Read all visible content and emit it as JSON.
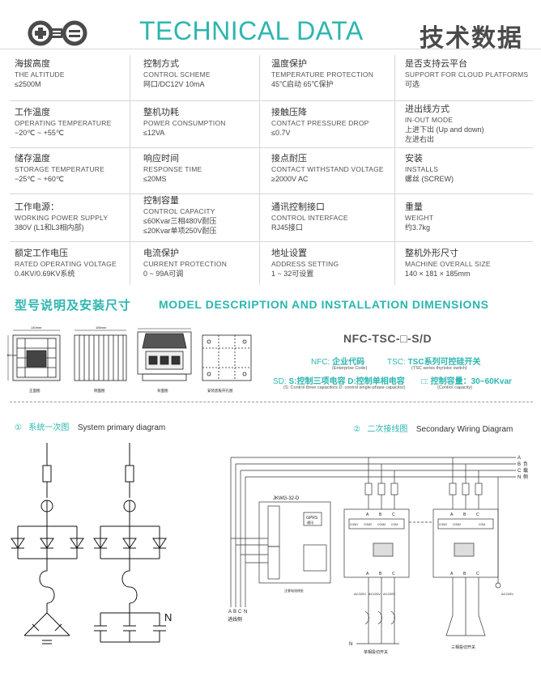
{
  "header": {
    "title_en": "TECHNICAL DATA",
    "title_cn": "技术数据"
  },
  "specs": [
    [
      {
        "cn": "海拔高度",
        "en": "THE ALTITUDE",
        "values": [
          "≤2500M"
        ]
      },
      {
        "cn": "控制方式",
        "en": "CONTROL SCHEME",
        "values": [
          "网口/DC12V 10mA"
        ]
      },
      {
        "cn": "温度保护",
        "en": "TEMPERATURE PROTECTION",
        "values": [
          "45℃启动 65℃保护"
        ]
      },
      {
        "cn": "是否支持云平台",
        "en": "SUPPORT FOR CLOUD PLATFORMS",
        "values": [
          "可选"
        ]
      }
    ],
    [
      {
        "cn": "工作温度",
        "en": "OPERATING TEMPERATURE",
        "values": [
          "−20℃ ~ +55℃"
        ]
      },
      {
        "cn": "整机功耗",
        "en": "POWER CONSUMPTION",
        "values": [
          "≤12VA"
        ]
      },
      {
        "cn": "接触压降",
        "en": "CONTACT PRESSURE DROP",
        "values": [
          "≤0.7V"
        ]
      },
      {
        "cn": "进出线方式",
        "en": "IN-OUT MODE",
        "values": [
          "上进下出 (Up and down)",
          "左进右出"
        ]
      }
    ],
    [
      {
        "cn": "储存温度",
        "en": "STORAGE TEMPERATURE",
        "values": [
          "−25℃ ~ +60℃"
        ]
      },
      {
        "cn": "响应时间",
        "en": "RESPONSE TIME",
        "values": [
          "≤20MS"
        ]
      },
      {
        "cn": "接点耐压",
        "en": "CONTACT WITHSTAND VOLTAGE",
        "values": [
          "≥2000V AC"
        ]
      },
      {
        "cn": "安装",
        "en": "INSTALLS",
        "values": [
          "螺丝 (SCREW)"
        ]
      }
    ],
    [
      {
        "cn": "工作电源：",
        "en": "WORKING POWER SUPPLY",
        "values": [
          "380V (L1和L3相内部)"
        ]
      },
      {
        "cn": "控制容量",
        "en": "CONTROL CAPACITY",
        "values": [
          "≤60Kvar三相480V耐压",
          "≤20Kvar单项250V耐压"
        ]
      },
      {
        "cn": "通讯控制接口",
        "en": "CONTROL INTERFACE",
        "values": [
          "RJ45接口"
        ]
      },
      {
        "cn": "重量",
        "en": "WEIGHT",
        "values": [
          "约3.7kg"
        ]
      }
    ],
    [
      {
        "cn": "额定工作电压",
        "en": "RATED OPERATING VOLTAGE",
        "values": [
          "0.4KV/0.69KV系统"
        ]
      },
      {
        "cn": "电流保护",
        "en": "CURRENT PROTECTION",
        "values": [
          "0 ~ 99A可调"
        ]
      },
      {
        "cn": "地址设置",
        "en": "ADDRESS SETTING",
        "values": [
          "1 ~ 32可设置"
        ]
      },
      {
        "cn": "整机外形尺寸",
        "en": "MACHINE OVERALL SIZE",
        "values": [
          "140 × 181 × 185mm"
        ]
      }
    ]
  ],
  "model_section": {
    "title_cn": "型号说明及安装尺寸",
    "title_en": "MODEL DESCRIPTION AND INSTALLATION DIMENSIONS",
    "model_code": "NFC-TSC-□-S/D",
    "nfc_code": "NFC:",
    "nfc_name": "企业代码",
    "nfc_sub": "(Enterprise Code)",
    "tsc_code": "TSC:",
    "tsc_name": "TSC系列可控硅开关",
    "tsc_sub": "(TSC series thyristor switch)",
    "sd_code": "SD:",
    "sd_name": "S:控制三项电容  D:控制单相电容",
    "sd_sub": "(S: Control three capacitors D: control single-phase capacitor)",
    "cap_code": "□:",
    "cap_name": "控制容量：30~60Kvar",
    "cap_sub": "(Control capacity)"
  },
  "dimension_views": {
    "front_w": "140mm",
    "front_h": "181mm",
    "side_w": "185mm",
    "labels": [
      "正面图",
      "侧面图",
      "背面图",
      "安装底板开孔图"
    ]
  },
  "primary_diagram": {
    "number": "①",
    "title_cn": "系统一次图",
    "title_en": "System primary diagram",
    "n_label": "N"
  },
  "secondary_diagram": {
    "number": "②",
    "title_cn": "二次接线图",
    "title_en": "Secondary Wiring Diagram",
    "bus_labels": [
      "A",
      "B",
      "C",
      "N"
    ],
    "bus_side_labels": [
      "负",
      "载",
      "侧"
    ],
    "controller_label": "JKWG-32-D",
    "gprs_label": "GPRS",
    "gprs_sub": "通讯",
    "controller_sub": "注意电流线处",
    "incoming_labels": [
      "A",
      "B",
      "C",
      "N"
    ],
    "incoming_text": "进线侧",
    "phase_labels": [
      "A",
      "B",
      "C"
    ],
    "terminal_labels": [
      "COM1",
      "COM2",
      "COM3",
      "COM"
    ],
    "ac_labels": [
      "AC220V",
      "AC220V",
      "AC220V"
    ],
    "ac_right": "AC220V",
    "n_bottom": "N",
    "single_switch": "单相投切开关",
    "three_switch": "三相投切开关"
  }
}
